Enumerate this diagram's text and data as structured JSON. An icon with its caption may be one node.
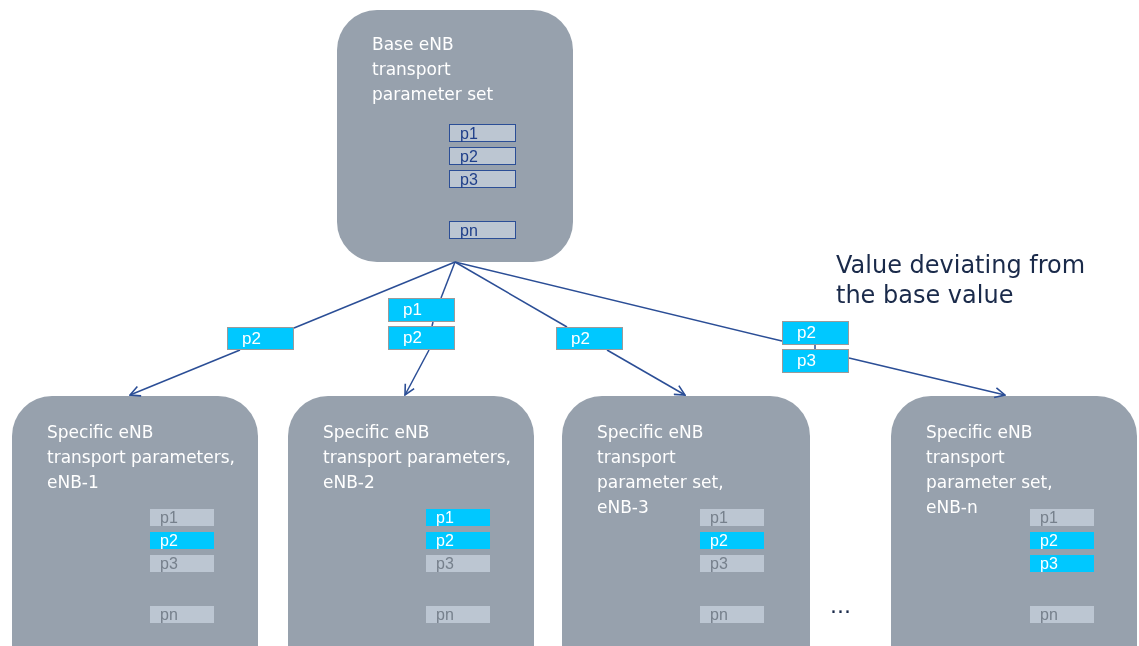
{
  "diagram": {
    "nodes": [
      {
        "text": [
          "Base eNB transport parameter set"
        ]
      },
      {
        "text": [
          "p1"
        ],
        "in": 0
      },
      {
        "text": [
          "p2"
        ],
        "in": 0
      },
      {
        "text": [
          "p3"
        ],
        "in": 0
      },
      {
        "text": [
          "pn"
        ],
        "in": 0
      },
      {
        "text": [
          "p2"
        ]
      },
      {
        "text": [
          "p1"
        ]
      },
      {
        "text": [
          "p2"
        ]
      },
      {
        "text": [
          "p2"
        ]
      },
      {
        "text": [
          "p2"
        ]
      },
      {
        "text": [
          "p3"
        ]
      },
      {
        "text": [
          "Specific eNB transport parameters, eNB-1"
        ]
      },
      {
        "text": [
          "p1"
        ],
        "in": 11
      },
      {
        "text": [
          "p2"
        ],
        "in": 11
      },
      {
        "text": [
          "p3"
        ],
        "in": 11
      },
      {
        "text": [
          "pn"
        ],
        "in": 11
      },
      {
        "text": [
          "Specific eNB transport parameters, eNB-2"
        ]
      },
      {
        "text": [
          "p1"
        ],
        "in": 16
      },
      {
        "text": [
          "p2"
        ],
        "in": 16
      },
      {
        "text": [
          "p3"
        ],
        "in": 16
      },
      {
        "text": [
          "pn"
        ],
        "in": 16
      },
      {
        "text": [
          "Specific eNB transport parameter set, eNB-3"
        ]
      },
      {
        "text": [
          "p1"
        ],
        "in": 21
      },
      {
        "text": [
          "p2"
        ],
        "in": 21
      },
      {
        "text": [
          "p3"
        ],
        "in": 21
      },
      {
        "text": [
          "pn"
        ],
        "in": 21
      },
      {
        "text": [
          "Specific eNB transport parameter set, eNB-n"
        ]
      },
      {
        "text": [
          "p1"
        ],
        "in": 26
      },
      {
        "text": [
          "p2"
        ],
        "in": 26
      },
      {
        "text": [
          "p3"
        ],
        "in": 26
      },
      {
        "text": [
          "pn"
        ],
        "in": 26
      }
    ],
    "edges": [
      {
        "from": 0,
        "to": 5,
        "arrow": "none"
      },
      {
        "from": 5,
        "to": 11,
        "arrow": "to"
      },
      {
        "from": 0,
        "to": 6,
        "arrow": "none"
      },
      {
        "from": 6,
        "to": 7,
        "arrow": "none"
      },
      {
        "from": 7,
        "to": 16,
        "arrow": "to"
      },
      {
        "from": 0,
        "to": 8,
        "arrow": "none"
      },
      {
        "from": 8,
        "to": 21,
        "arrow": "to"
      },
      {
        "from": 0,
        "to": 9,
        "arrow": "none"
      },
      {
        "from": 9,
        "to": 10,
        "arrow": "none"
      },
      {
        "from": 10,
        "to": 26,
        "arrow": "to"
      }
    ],
    "labels": [
      "Value deviating from the base value",
      "..."
    ]
  }
}
